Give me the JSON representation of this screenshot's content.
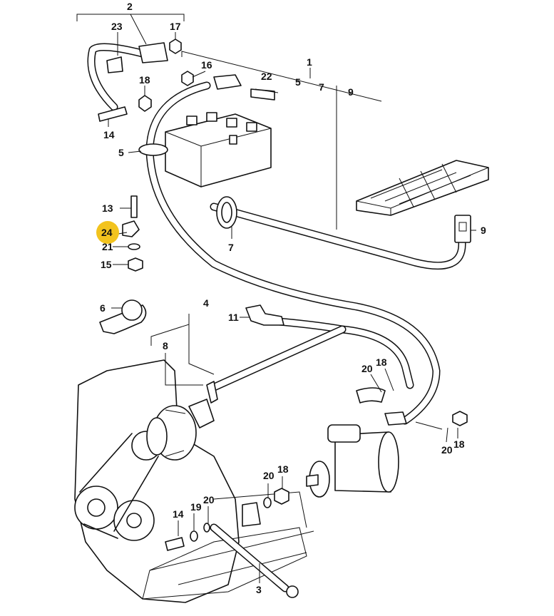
{
  "diagram": {
    "highlight_color": "#f2c31e",
    "callouts": {
      "c1": "1",
      "c2": "2",
      "c3": "3",
      "c4": "4",
      "c5a": "5",
      "c5b": "5",
      "c6": "6",
      "c7a": "7",
      "c7b": "7",
      "c8": "8",
      "c9a": "9",
      "c9b": "9",
      "c11": "11",
      "c13": "13",
      "c14a": "14",
      "c14b": "14",
      "c15": "15",
      "c16": "16",
      "c17": "17",
      "c18a": "18",
      "c18b": "18",
      "c18c": "18",
      "c18d": "18",
      "c19": "19",
      "c20a": "20",
      "c20b": "20",
      "c20c": "20",
      "c20d": "20",
      "c21": "21",
      "c22": "22",
      "c23": "23",
      "c24": "24"
    }
  }
}
